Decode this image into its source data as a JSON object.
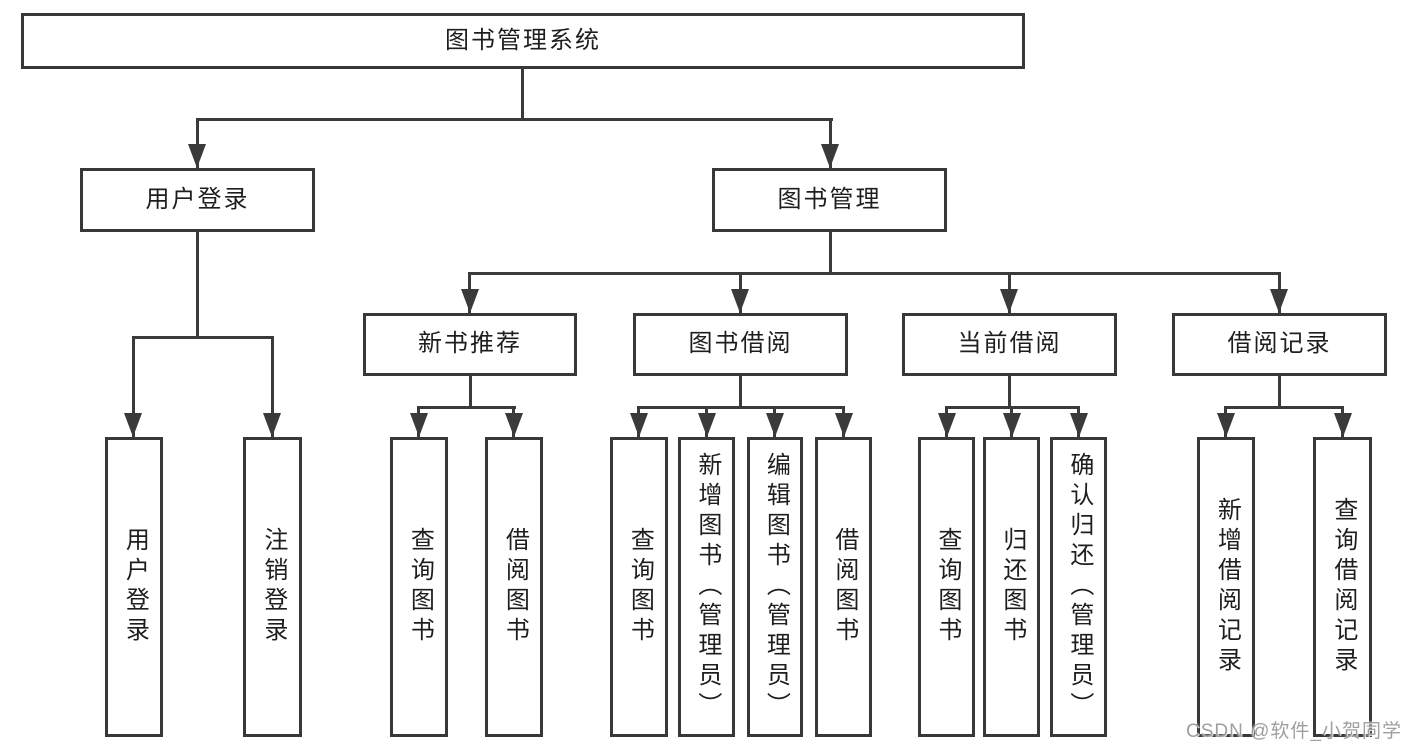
{
  "diagram": {
    "root": {
      "label": "图书管理系统"
    },
    "branches": [
      {
        "label": "用户登录",
        "children": [
          {
            "label": "用户登录"
          },
          {
            "label": "注销登录"
          }
        ]
      },
      {
        "label": "图书管理",
        "children": [
          {
            "label": "新书推荐",
            "children": [
              {
                "label": "查询图书"
              },
              {
                "label": "借阅图书"
              }
            ]
          },
          {
            "label": "图书借阅",
            "children": [
              {
                "label": "查询图书"
              },
              {
                "label": "新增图书（管理员）"
              },
              {
                "label": "编辑图书（管理员）"
              },
              {
                "label": "借阅图书"
              }
            ]
          },
          {
            "label": "当前借阅",
            "children": [
              {
                "label": "查询图书"
              },
              {
                "label": "归还图书"
              },
              {
                "label": "确认归还（管理员）"
              }
            ]
          },
          {
            "label": "借阅记录",
            "children": [
              {
                "label": "新增借阅记录"
              },
              {
                "label": "查询借阅记录"
              }
            ]
          }
        ]
      }
    ],
    "watermark": {
      "text": "CSDN @软件_小贺同学"
    },
    "colors": {
      "line": "#3a3a3a",
      "box_border": "#383838",
      "text": "#1e1e1e",
      "watermark": "#9f9f9f",
      "background": "#ffffff"
    }
  }
}
